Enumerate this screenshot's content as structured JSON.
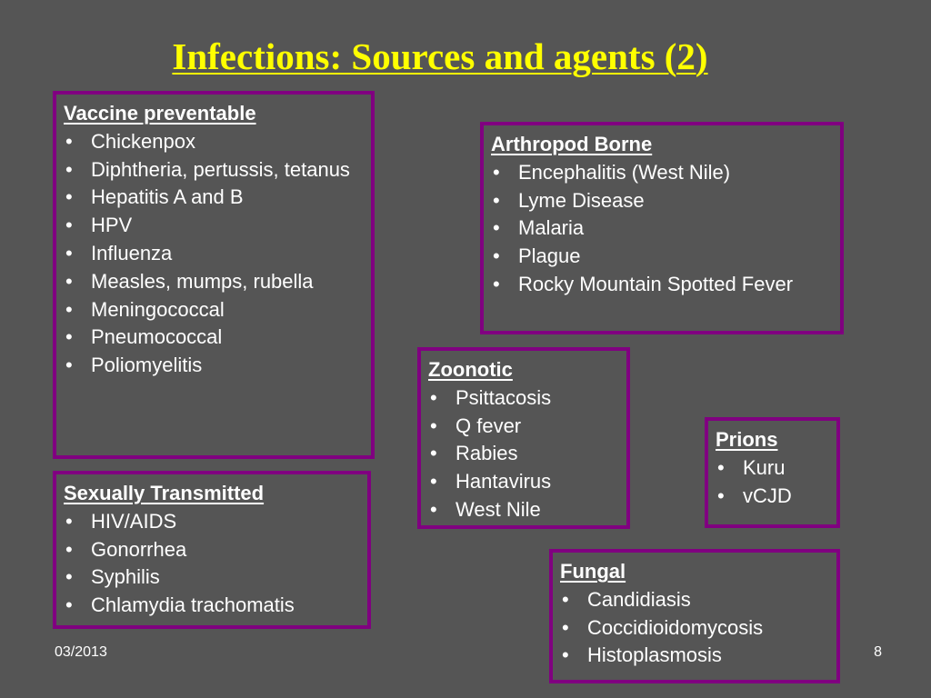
{
  "slide": {
    "title": "Infections: Sources and agents (2)",
    "footer_date": "03/2013",
    "page_number": "8"
  },
  "boxes": {
    "vaccine": {
      "heading": "Vaccine preventable",
      "items": [
        "Chickenpox",
        "Diphtheria, pertussis, tetanus",
        "Hepatitis A and B",
        "HPV",
        "Influenza",
        "Measles, mumps, rubella",
        "Meningococcal",
        "Pneumococcal",
        "Poliomyelitis"
      ]
    },
    "sexual": {
      "heading": "Sexually Transmitted",
      "items": [
        "HIV/AIDS",
        "Gonorrhea",
        "Syphilis",
        "Chlamydia trachomatis"
      ]
    },
    "arthropod": {
      "heading": "Arthropod Borne",
      "items": [
        "Encephalitis (West Nile)",
        "Lyme Disease",
        "Malaria",
        "Plague",
        "Rocky Mountain Spotted Fever"
      ]
    },
    "zoonotic": {
      "heading": "Zoonotic",
      "items": [
        "Psittacosis",
        "Q fever",
        "Rabies",
        "Hantavirus",
        "West Nile"
      ]
    },
    "prions": {
      "heading": "Prions",
      "items": [
        "Kuru",
        "vCJD"
      ]
    },
    "fungal": {
      "heading": "Fungal",
      "items": [
        "Candidiasis",
        "Coccidioidomycosis",
        "Histoplasmosis"
      ]
    }
  },
  "colors": {
    "background": "#555555",
    "title": "#ffff00",
    "border": "#800080",
    "text": "#ffffff"
  }
}
